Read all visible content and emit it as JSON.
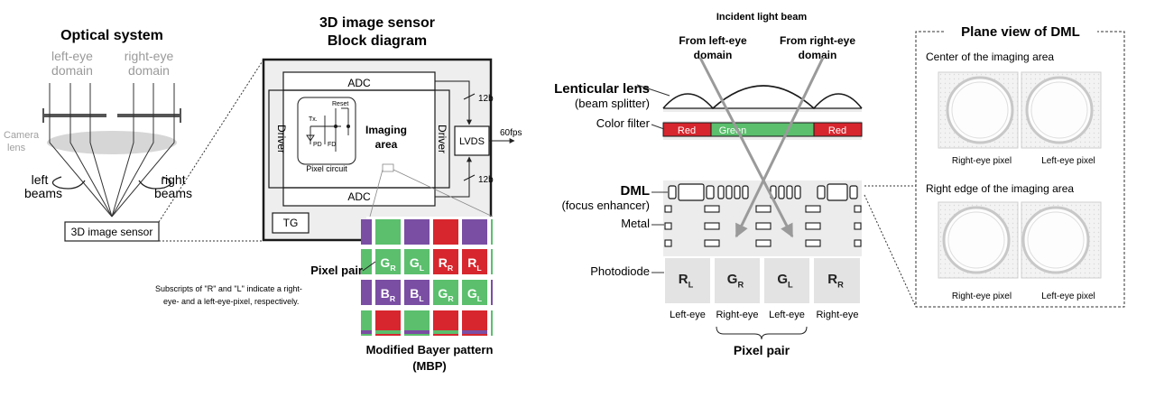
{
  "optical": {
    "title": "Optical system",
    "left_domain": [
      "left-eye",
      "domain"
    ],
    "right_domain": [
      "right-eye",
      "domain"
    ],
    "camera_lens": [
      "Camera",
      "lens"
    ],
    "left_beams": [
      "left",
      "beams"
    ],
    "right_beams": [
      "right",
      "beams"
    ],
    "sensor_box": "3D image sensor"
  },
  "block": {
    "title": [
      "3D image sensor",
      "Block diagram"
    ],
    "adc_top": "ADC",
    "adc_bottom": "ADC",
    "driver_left": "Driver",
    "driver_right": "Driver",
    "imaging_area": [
      "Imaging",
      "area"
    ],
    "pixel_circuit": "Pixel circuit",
    "reset": "Reset",
    "tx": "Tx.",
    "pd": "PD",
    "fd": "FD",
    "lvds": "LVDS",
    "fps": "60fps",
    "bits_top": "12b",
    "bits_bottom": "12b",
    "tg": "TG"
  },
  "bayer": {
    "pixel_pair_label": "Pixel pair",
    "note": [
      "Subscripts of \"R\" and \"L\" indicate a right-",
      "eye- and a left-eye-pixel, respectively."
    ],
    "caption": [
      "Modified Bayer pattern",
      "(MBP)"
    ],
    "row1": [
      {
        "letter": "G",
        "sub": "R"
      },
      {
        "letter": "G",
        "sub": "L"
      },
      {
        "letter": "R",
        "sub": "R"
      },
      {
        "letter": "R",
        "sub": "L"
      }
    ],
    "row2": [
      {
        "letter": "B",
        "sub": "R"
      },
      {
        "letter": "B",
        "sub": "L"
      },
      {
        "letter": "G",
        "sub": "R"
      },
      {
        "letter": "G",
        "sub": "L"
      }
    ],
    "colors": {
      "red": "#d7262e",
      "green": "#5bbf6d",
      "blue": "#7a4ea3"
    }
  },
  "cross_section": {
    "incident": "Incident light beam",
    "from_left": [
      "From left-eye",
      "domain"
    ],
    "from_right": [
      "From right-eye",
      "domain"
    ],
    "lenticular": "Lenticular lens",
    "beam_splitter": "(beam splitter)",
    "color_filter": "Color filter",
    "filters": [
      "Red",
      "Green",
      "Red"
    ],
    "dml": "DML",
    "focus_enhancer": "(focus enhancer)",
    "metal": "Metal",
    "photodiode": "Photodiode",
    "pd_cells": [
      {
        "letter": "R",
        "sub": "L"
      },
      {
        "letter": "G",
        "sub": "R"
      },
      {
        "letter": "G",
        "sub": "L"
      },
      {
        "letter": "R",
        "sub": "R"
      }
    ],
    "eyes": [
      "Left-eye",
      "Right-eye",
      "Left-eye",
      "Right-eye"
    ],
    "pixel_pair": "Pixel pair"
  },
  "plane": {
    "title": "Plane view of DML",
    "center": "Center of the imaging area",
    "right_edge": "Right edge of the imaging area",
    "right_eye_pixel": "Right-eye pixel",
    "left_eye_pixel": "Left-eye pixel"
  }
}
